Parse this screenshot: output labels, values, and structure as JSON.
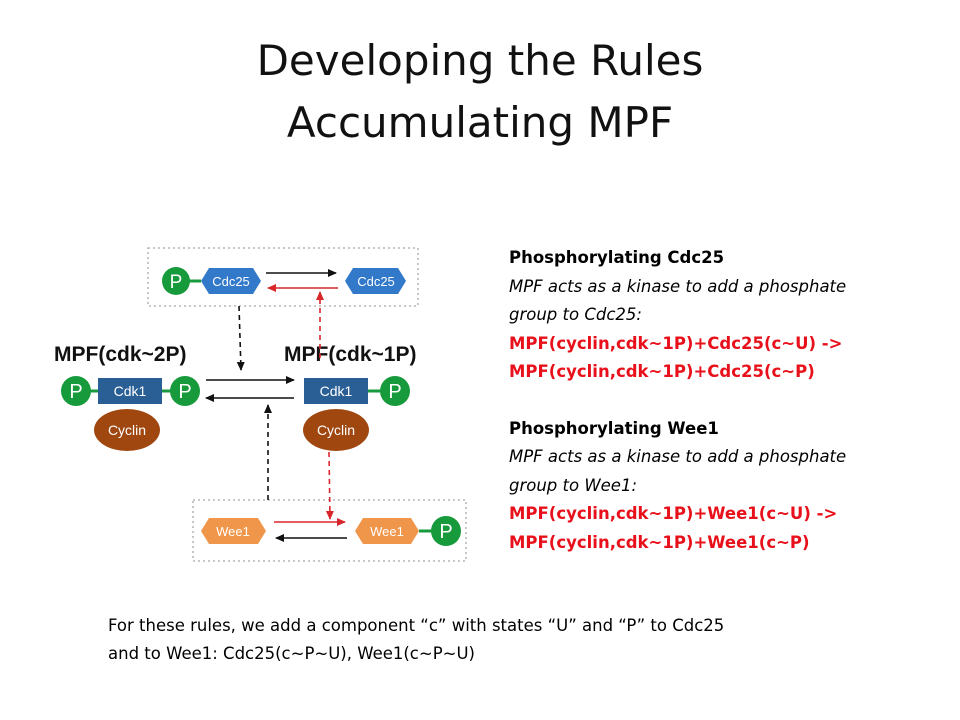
{
  "title": {
    "line1": "Developing the Rules",
    "line2": "Accumulating MPF"
  },
  "diagram": {
    "mpf_left_label": "MPF(cdk~2P)",
    "mpf_right_label": "MPF(cdk~1P)",
    "cdk1_label": "Cdk1",
    "cyclin_label": "Cyclin",
    "phosphate_label": "P",
    "cdc25_label": "Cdc25",
    "wee1_label": "Wee1",
    "colors": {
      "cdk1": "#2a5f96",
      "cyclin": "#a0470f",
      "phosphate": "#169a3b",
      "cdc25": "#3279c9",
      "wee1": "#f0964a",
      "red_arrow": "#d9262c",
      "box_border": "#a8a8a8"
    }
  },
  "panel": {
    "section1": {
      "heading": "Phosphorylating Cdc25",
      "desc_line1": "MPF acts as a kinase to add a phosphate",
      "desc_line2": "group to Cdc25:",
      "rule_line1": "MPF(cyclin,cdk~1P)+Cdc25(c~U) ->",
      "rule_line2": "MPF(cyclin,cdk~1P)+Cdc25(c~P)"
    },
    "section2": {
      "heading": "Phosphorylating Wee1",
      "desc_line1": "MPF acts as a kinase to add a phosphate",
      "desc_line2": "group to Wee1:",
      "rule_line1": "MPF(cyclin,cdk~1P)+Wee1(c~U) ->",
      "rule_line2": "MPF(cyclin,cdk~1P)+Wee1(c~P)"
    },
    "rule_color": "#e8101a"
  },
  "footer": {
    "line1": "For these rules, we add a component “c” with states “U” and “P” to Cdc25",
    "line2": "and to Wee1:  Cdc25(c~P~U),   Wee1(c~P~U)"
  }
}
